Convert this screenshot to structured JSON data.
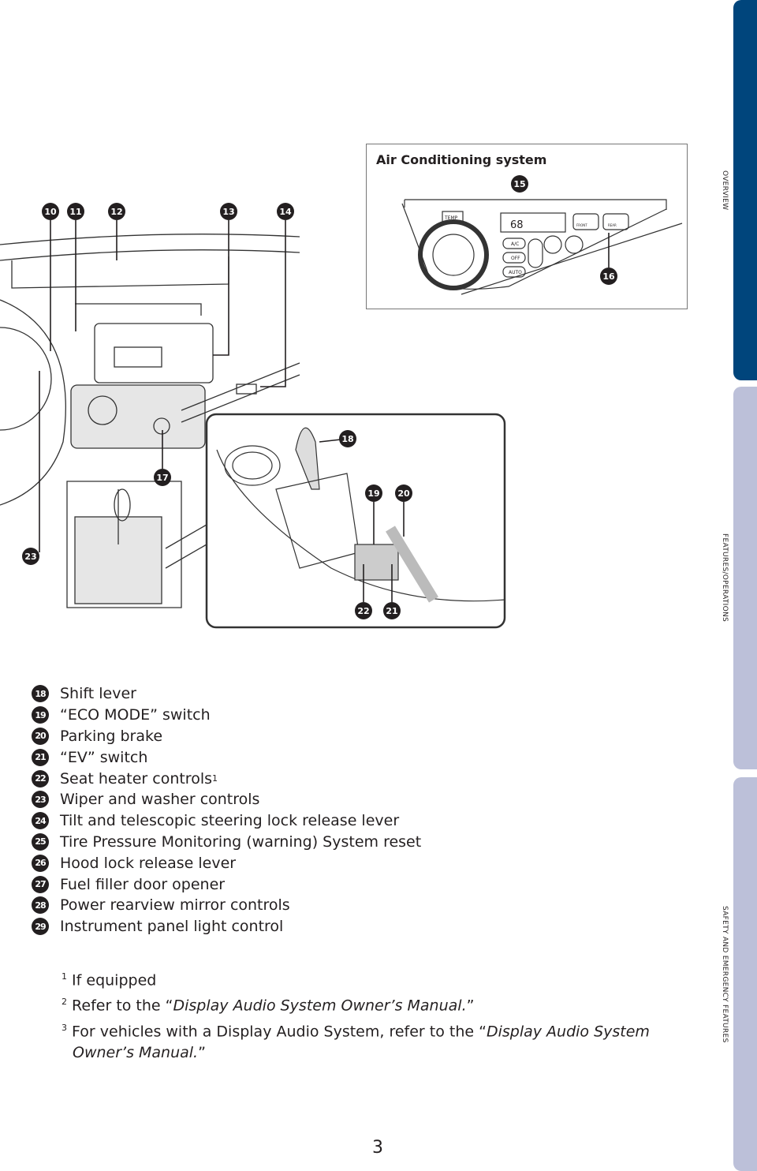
{
  "side_tabs": [
    {
      "label": "OVERVIEW",
      "color": "#00457c"
    },
    {
      "label": "FEATURES/OPERATIONS",
      "color": "#bcc0d9"
    },
    {
      "label": "SAFETY AND EMERGENCY FEATURES",
      "color": "#bcc0d9"
    }
  ],
  "ac_inset": {
    "title": "Air Conditioning system",
    "display_temp": "68",
    "buttons": [
      "TEMP",
      "A/C",
      "OFF",
      "AUTO",
      "FRONT",
      "REAR"
    ]
  },
  "callouts": [
    "10",
    "11",
    "12",
    "13",
    "14",
    "15",
    "16",
    "17",
    "18",
    "19",
    "20",
    "21",
    "22",
    "23"
  ],
  "items": [
    {
      "num": "18",
      "label": "Shift lever"
    },
    {
      "num": "19",
      "label": "“ECO MODE” switch"
    },
    {
      "num": "20",
      "label": "Parking brake"
    },
    {
      "num": "21",
      "label": "“EV” switch"
    },
    {
      "num": "22",
      "label": "Seat heater controls",
      "sup": "1"
    },
    {
      "num": "23",
      "label": "Wiper and washer controls"
    },
    {
      "num": "24",
      "label": "Tilt and telescopic steering lock release lever"
    },
    {
      "num": "25",
      "label": "Tire Pressure Monitoring (warning) System reset"
    },
    {
      "num": "26",
      "label": "Hood lock release lever"
    },
    {
      "num": "27",
      "label": "Fuel filler door opener"
    },
    {
      "num": "28",
      "label": "Power rearview mirror controls"
    },
    {
      "num": "29",
      "label": "Instrument panel light control"
    }
  ],
  "footnotes": [
    {
      "sup": "1",
      "text": "If equipped"
    },
    {
      "sup": "2",
      "text": "Refer to the “",
      "italic": "Display Audio System Owner’s Manual.",
      "end": "”"
    },
    {
      "sup": "3",
      "text": "For vehicles with a Display Audio System, refer to the “",
      "italic": "Display Audio System Owner’s Manual.",
      "end": "”"
    }
  ],
  "page_number": "3"
}
